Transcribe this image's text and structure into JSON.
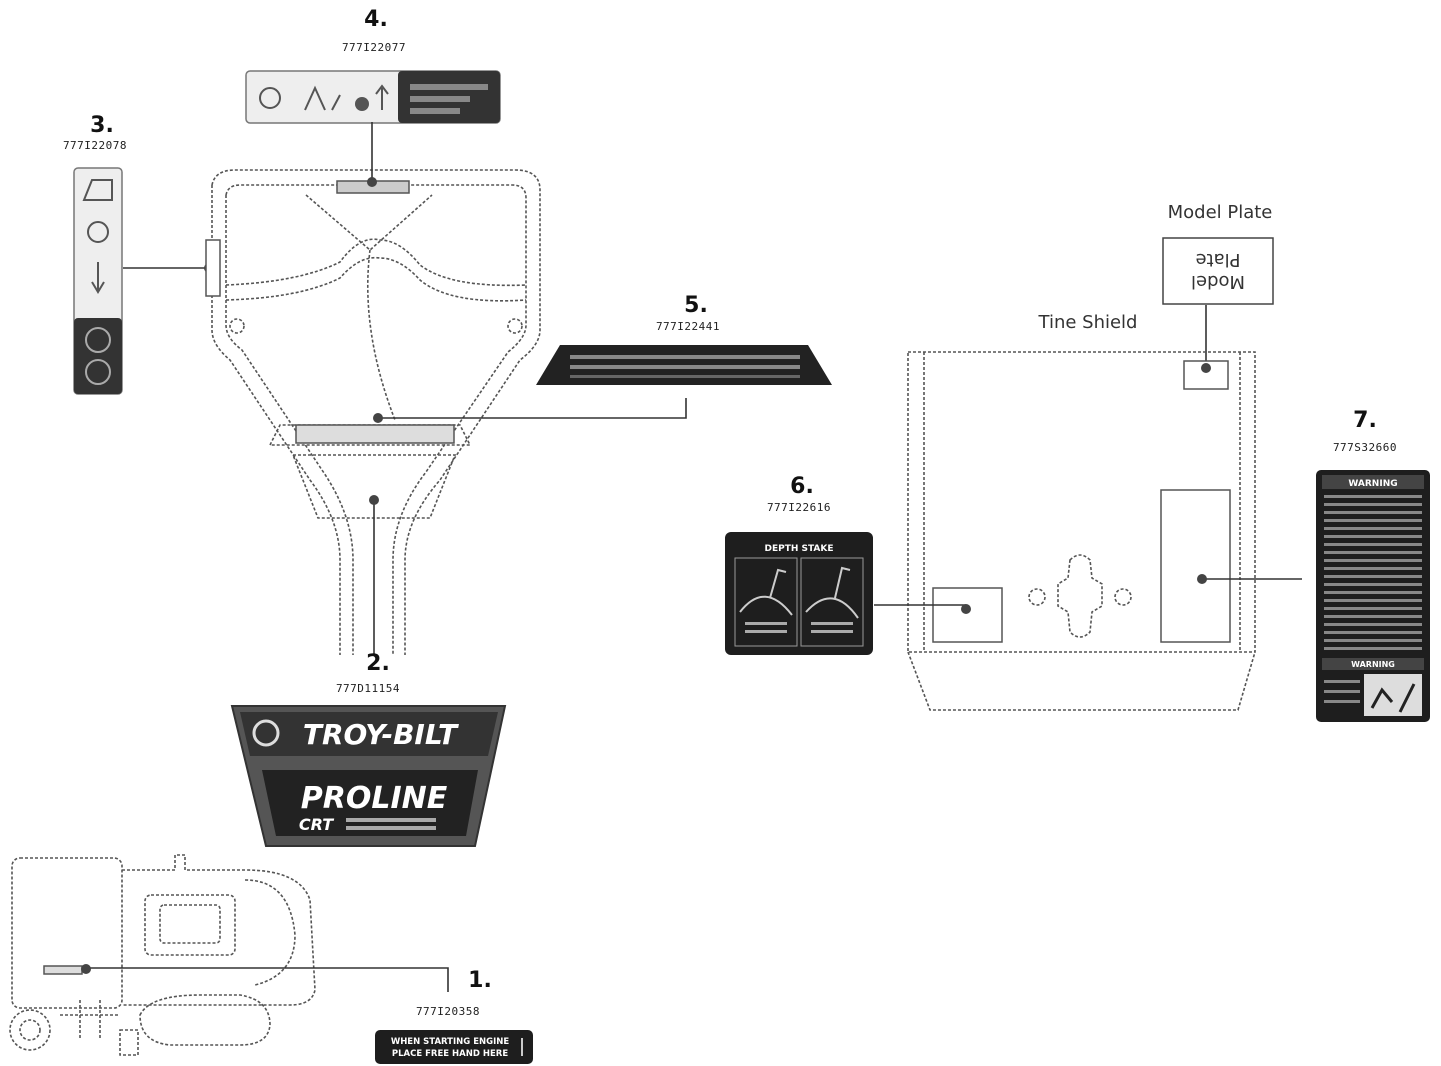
{
  "callouts": [
    {
      "number": "1.",
      "part": "777I20358",
      "decal_text": [
        "WHEN STARTING ENGINE",
        "PLACE FREE HAND HERE"
      ]
    },
    {
      "number": "2.",
      "part": "777D11154",
      "decal_text": [
        "TROY-BILT",
        "PROLINE",
        "CRT"
      ]
    },
    {
      "number": "3.",
      "part": "777I22078"
    },
    {
      "number": "4.",
      "part": "777I22077"
    },
    {
      "number": "5.",
      "part": "777I22441"
    },
    {
      "number": "6.",
      "part": "777I22616",
      "decal_text": [
        "DEPTH STAKE"
      ]
    },
    {
      "number": "7.",
      "part": "777S32660",
      "decal_text": [
        "WARNING",
        "WARNING"
      ]
    }
  ],
  "labels": {
    "model_plate": "Model Plate",
    "model_plate_inner": [
      "Model",
      "Plate"
    ],
    "tine_shield": "Tine Shield"
  }
}
